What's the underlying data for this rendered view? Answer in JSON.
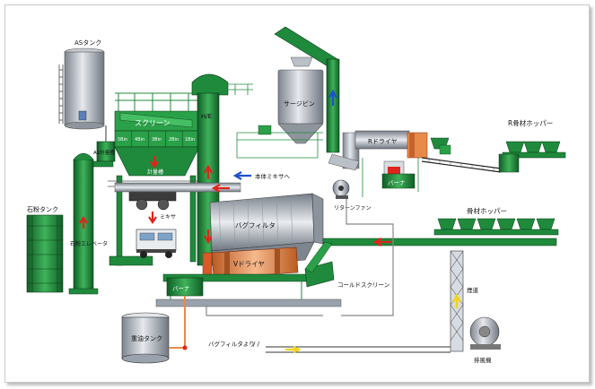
{
  "labels": {
    "as_tank": "ASタンク",
    "as_meter": "AS計量槽",
    "screen": "スクリーン",
    "bins": [
      "5Bin",
      "4Bin",
      "3Bin",
      "2Bin",
      "1Bin"
    ],
    "hot_elevator": "H/E",
    "meter": "計量槽",
    "mixer": "ミキサ",
    "to_mixer": "本体ミキサへ",
    "bag_filter": "バグフィルタ",
    "v_dryer": "Vドライヤ",
    "burner_main": "バーナ",
    "cold_screen": "コールドスクリーン",
    "powder_tank": "石粉タンク",
    "powder_elevator": "石粉エレベータ",
    "heavy_oil_tank": "重油タンク",
    "from_bag_filter": "バグフィルタより",
    "surge_bin": "サージビン",
    "r_dryer": "Rドライヤ",
    "burner_r": "バーナ",
    "return_fan": "リターンファン",
    "r_hopper": "R骨材ホッパー",
    "aggregate_hopper": "骨材ホッパー",
    "stack": "煙道",
    "exhaust_fan": "排風機"
  },
  "colors": {
    "green": "#1f8a3c",
    "green_dark": "#0f5e25",
    "green_light": "#3fb25a",
    "steel": "#9aa3ad",
    "steel_light": "#d7dce2",
    "arrow_red": "#e0241b",
    "arrow_blue": "#1d4fd0",
    "arrow_yellow": "#f2d21b",
    "burner_orange": "#e88a4a"
  }
}
